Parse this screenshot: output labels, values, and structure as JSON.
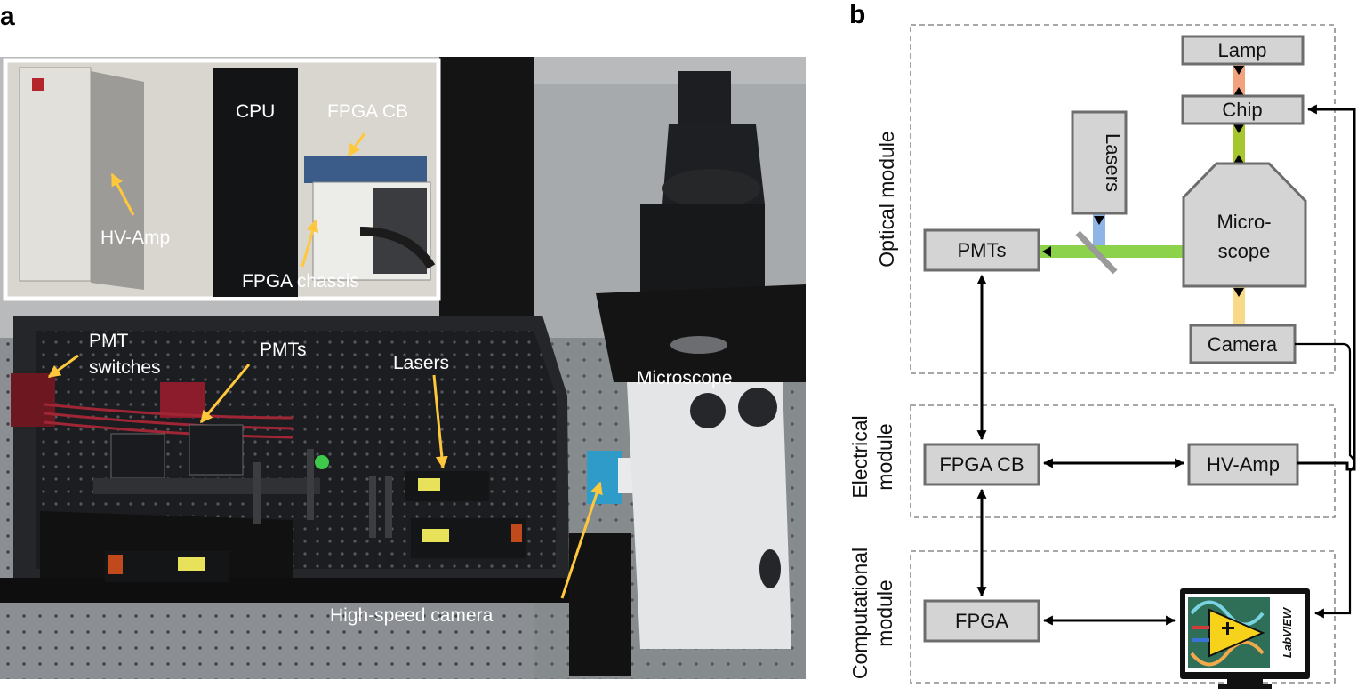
{
  "panels": {
    "a": {
      "letter": "a"
    },
    "b": {
      "letter": "b"
    }
  },
  "photo": {
    "labels": {
      "pmt_switches_1": "PMT",
      "pmt_switches_2": "switches",
      "pmts": "PMTs",
      "lasers": "Lasers",
      "microscope": "Microscope",
      "camera": "High-speed camera"
    },
    "inset": {
      "cpu": "CPU",
      "fpga_cb": "FPGA CB",
      "hv_amp": "HV-Amp",
      "fpga_chassis": "FPGA chassis"
    }
  },
  "diagram": {
    "modules": {
      "optical": "Optical module",
      "electrical_1": "Electrical",
      "electrical_2": "module",
      "computational_1": "Computational",
      "computational_2": "module"
    },
    "boxes": {
      "lamp": "Lamp",
      "chip": "Chip",
      "lasers": "Lasers",
      "microscope_1": "Micro-",
      "microscope_2": "scope",
      "pmts": "PMTs",
      "camera": "Camera",
      "fpga_cb": "FPGA CB",
      "hv_amp": "HV-Amp",
      "fpga": "FPGA"
    },
    "software": {
      "logo_text": "LabVIEW"
    },
    "colors": {
      "box_fill": "#d4d4d4",
      "box_stroke": "#6d6d6d",
      "beam_green": "#8cd24a",
      "beam_blue": "#8fb4e6",
      "beam_orange": "#f2a27c",
      "beam_olive": "#a6c62e",
      "beam_yellow": "#f8d98a"
    }
  }
}
